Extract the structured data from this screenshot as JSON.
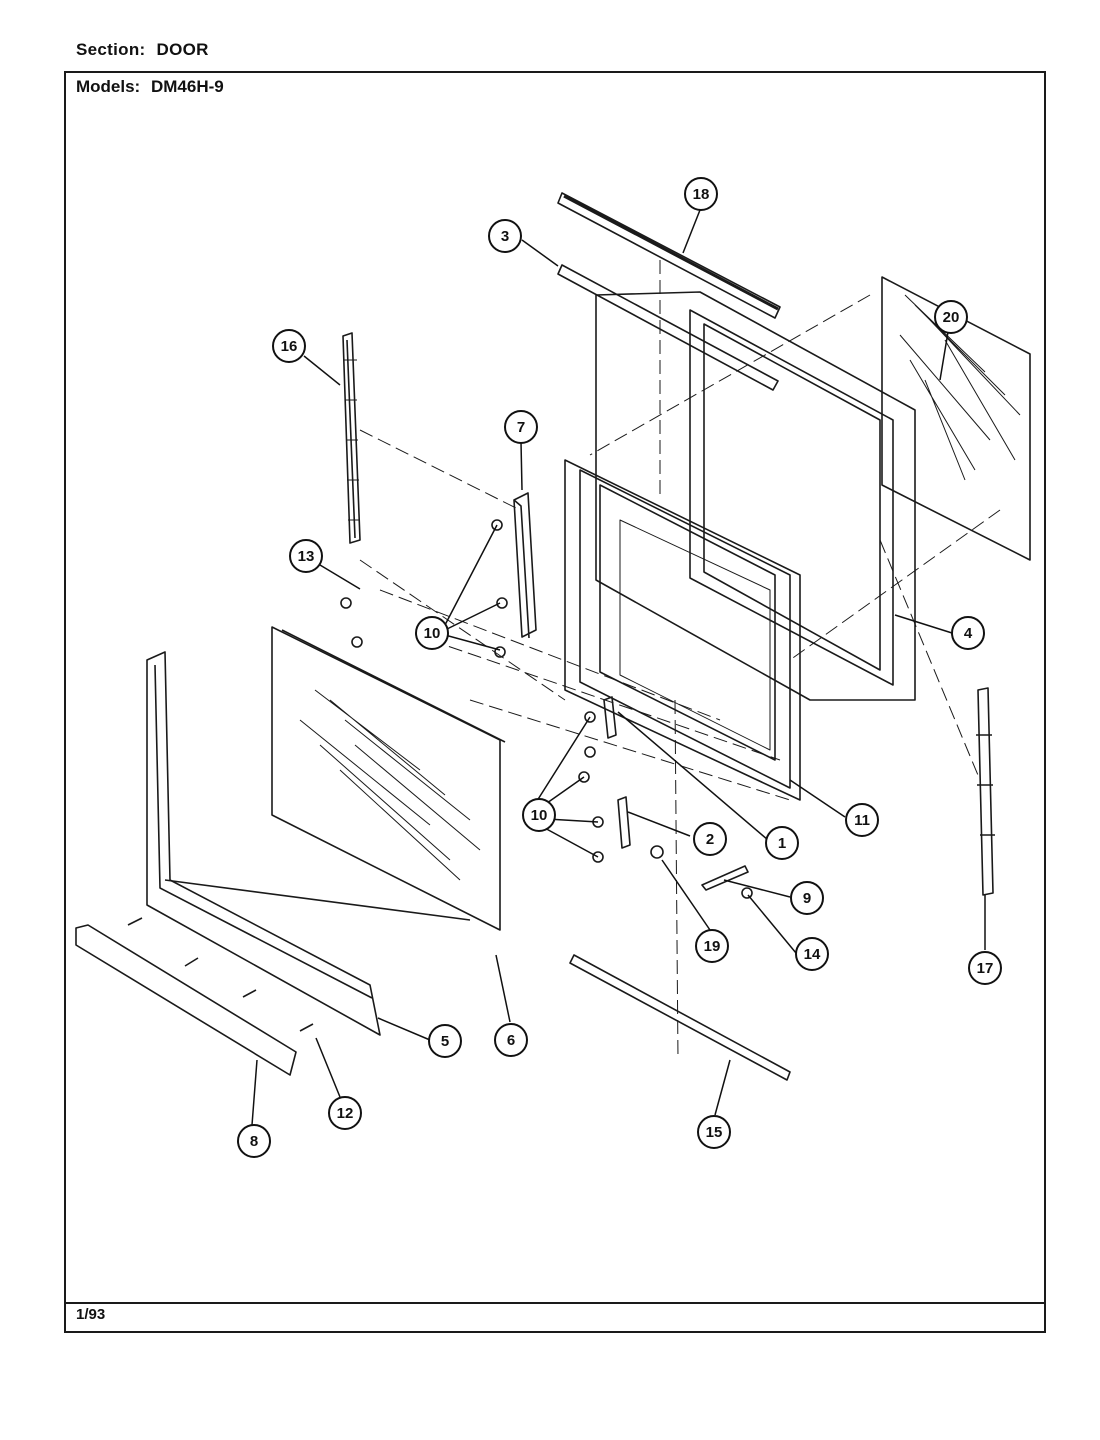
{
  "header": {
    "section_label": "Section:",
    "section_value": "DOOR",
    "models_label": "Models:",
    "models_value": "DM46H-9"
  },
  "footer": {
    "date": "1/93"
  },
  "callouts": [
    "18",
    "3",
    "20",
    "16",
    "7",
    "13",
    "10",
    "4",
    "10",
    "1",
    "11",
    "2",
    "9",
    "14",
    "17",
    "19",
    "6",
    "5",
    "12",
    "8",
    "15"
  ]
}
